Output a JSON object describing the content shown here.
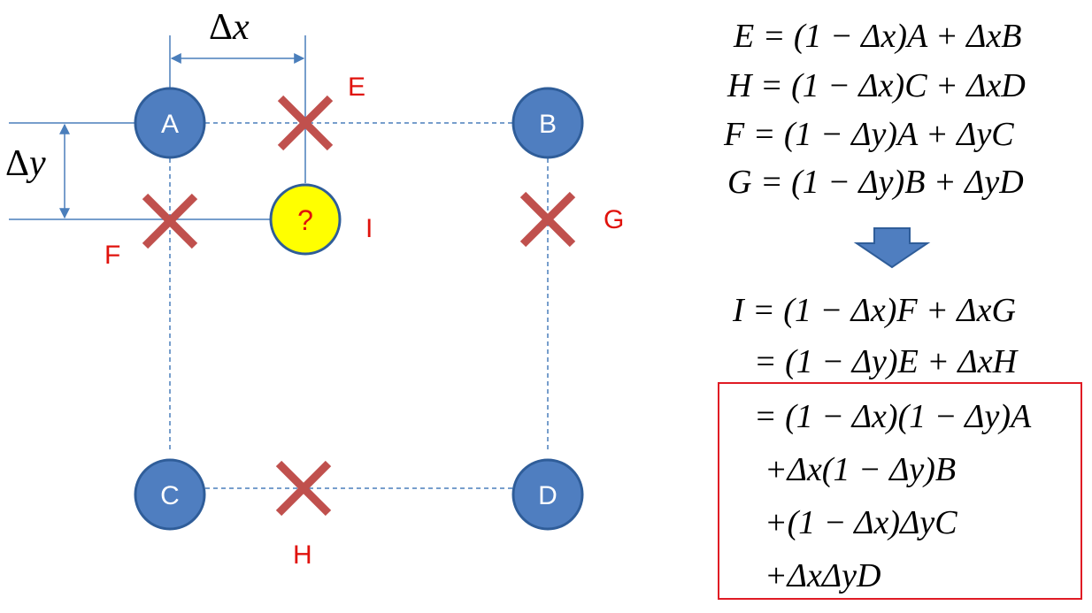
{
  "colors": {
    "node_fill": "#4f7ec0",
    "node_stroke": "#2f5d99",
    "query_fill": "#ffff00",
    "cross": "#c0504d",
    "label_red": "#e0120c",
    "line": "#4a7ebb",
    "box": "#e01b24",
    "arrow": "#4f7ec0"
  },
  "nodes": {
    "a": "A",
    "b": "B",
    "c": "C",
    "d": "D",
    "query": "?"
  },
  "cross_labels": {
    "e": "E",
    "f": "F",
    "g": "G",
    "h": "H",
    "i": "I"
  },
  "dimension_labels": {
    "dx_delta": "Δ",
    "dx_var": "x",
    "dy_delta": "Δ",
    "dy_var": "y"
  },
  "equations": {
    "e": "E = (1 − Δx)A + ΔxB",
    "h": "H = (1 − Δx)C + ΔxD",
    "f": "F = (1 − Δy)A + ΔyC",
    "g": "G = (1 − Δy)B + ΔyD"
  },
  "result": {
    "line1": "I = (1 − Δx)F + ΔxG",
    "line2": "= (1 − Δy)E + ΔxH",
    "line3": "= (1 − Δx)(1 − Δy)A",
    "line4": "+Δx(1 − Δy)B",
    "line5": "+(1 − Δx)ΔyC",
    "line6": "+ΔxΔyD"
  }
}
